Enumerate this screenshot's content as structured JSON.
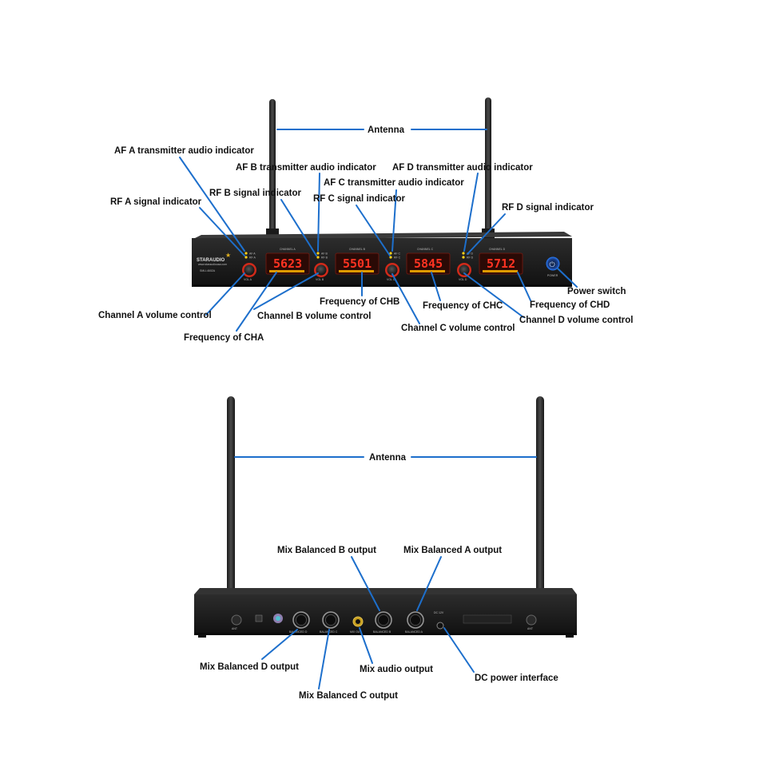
{
  "colors": {
    "leader_line": "#1d6fcc",
    "panel": "#1a1a1a",
    "display": "#ff3322",
    "knob_ring": "#d02a1a",
    "power_glow": "#2a7fff"
  },
  "front": {
    "antenna_label": "Antenna",
    "brand": "STARAUDIO",
    "brand_url": "www.staraudiousa.com",
    "model": "SMU-4602A",
    "power_text": "POWER",
    "channels": [
      {
        "name": "CHANNEL A",
        "freq": "5623",
        "vol": "VOL A",
        "af": "AF A",
        "rf": "RF A"
      },
      {
        "name": "CHANNEL B",
        "freq": "5501",
        "vol": "VOL B",
        "af": "AF B",
        "rf": "RF B"
      },
      {
        "name": "CHANNEL C",
        "freq": "5845",
        "vol": "VOL C",
        "af": "AF C",
        "rf": "RF C"
      },
      {
        "name": "CHANNEL D",
        "freq": "5712",
        "vol": "VOL D",
        "af": "AF D",
        "rf": "RF D"
      }
    ],
    "labels": {
      "af_a": "AF A transmitter audio indicator",
      "rf_a": "RF A signal indicator",
      "af_b": "AF B transmitter audio indicator",
      "rf_b": "RF B signal indicator",
      "af_c": "AF C transmitter audio indicator",
      "rf_c": "RF C signal indicator",
      "af_d": "AF D transmitter audio indicator",
      "rf_d": "RF D signal indicator",
      "vol_a": "Channel A volume control",
      "freq_a": "Frequency of CHA",
      "vol_b": "Channel B volume control",
      "freq_b": "Frequency of CHB",
      "vol_c": "Channel C volume control",
      "freq_c": "Frequency of CHC",
      "freq_d": "Frequency of CHD",
      "vol_d": "Channel D volume control",
      "power": "Power switch"
    }
  },
  "rear": {
    "antenna_label": "Antenna",
    "ant_text": "ANT",
    "dc_text": "DC 12V",
    "port_texts": [
      "BALANCED D",
      "BALANCED C",
      "MIX OUT",
      "BALANCED B",
      "BALANCED A"
    ],
    "labels": {
      "mix_b": "Mix Balanced B output",
      "mix_a": "Mix Balanced A output",
      "mix_d": "Mix Balanced D output",
      "mix_audio": "Mix audio output",
      "dc": "DC power interface",
      "mix_c": "Mix Balanced C output"
    }
  }
}
